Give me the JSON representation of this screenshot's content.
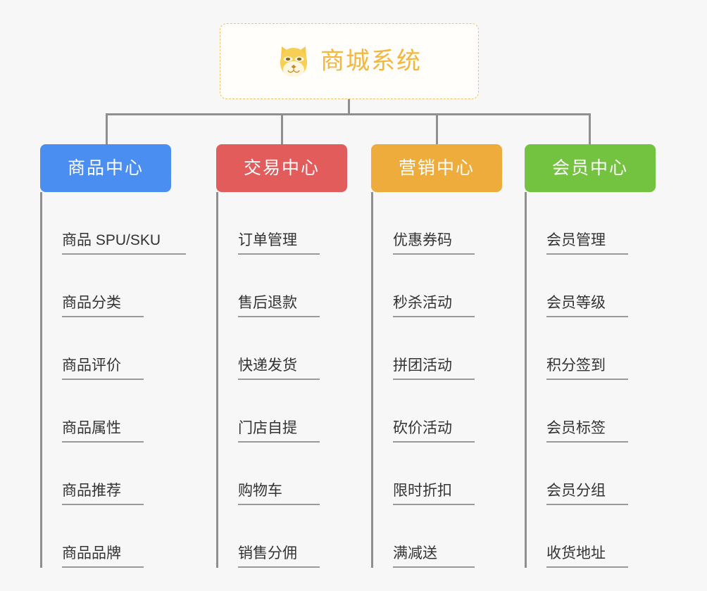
{
  "root": {
    "title": "商城系统",
    "icon": "shiba-dog-icon",
    "border_color": "#f0c26a",
    "text_color": "#f3b73f",
    "background": "#fffefb"
  },
  "canvas": {
    "background": "#f7f7f7",
    "connector_color": "#8f8f8f"
  },
  "columns": [
    {
      "id": "product-center",
      "label": "商品中心",
      "color": "#4a8ef2",
      "items": [
        {
          "label": "商品 SPU/SKU",
          "wide": true
        },
        {
          "label": "商品分类",
          "wide": false
        },
        {
          "label": "商品评价",
          "wide": false
        },
        {
          "label": "商品属性",
          "wide": false
        },
        {
          "label": "商品推荐",
          "wide": false
        },
        {
          "label": "商品品牌",
          "wide": false
        }
      ]
    },
    {
      "id": "trade-center",
      "label": "交易中心",
      "color": "#e35c5c",
      "items": [
        {
          "label": "订单管理",
          "wide": false
        },
        {
          "label": "售后退款",
          "wide": false
        },
        {
          "label": "快递发货",
          "wide": false
        },
        {
          "label": "门店自提",
          "wide": false
        },
        {
          "label": "购物车",
          "wide": false
        },
        {
          "label": "销售分佣",
          "wide": false
        }
      ]
    },
    {
      "id": "marketing-center",
      "label": "营销中心",
      "color": "#eeac3c",
      "items": [
        {
          "label": "优惠券码",
          "wide": false
        },
        {
          "label": "秒杀活动",
          "wide": false
        },
        {
          "label": "拼团活动",
          "wide": false
        },
        {
          "label": "砍价活动",
          "wide": false
        },
        {
          "label": "限时折扣",
          "wide": false
        },
        {
          "label": "满减送",
          "wide": false
        }
      ]
    },
    {
      "id": "member-center",
      "label": "会员中心",
      "color": "#73c341",
      "items": [
        {
          "label": "会员管理",
          "wide": false
        },
        {
          "label": "会员等级",
          "wide": false
        },
        {
          "label": "积分签到",
          "wide": false
        },
        {
          "label": "会员标签",
          "wide": false
        },
        {
          "label": "会员分组",
          "wide": false
        },
        {
          "label": "收货地址",
          "wide": false
        }
      ]
    }
  ]
}
